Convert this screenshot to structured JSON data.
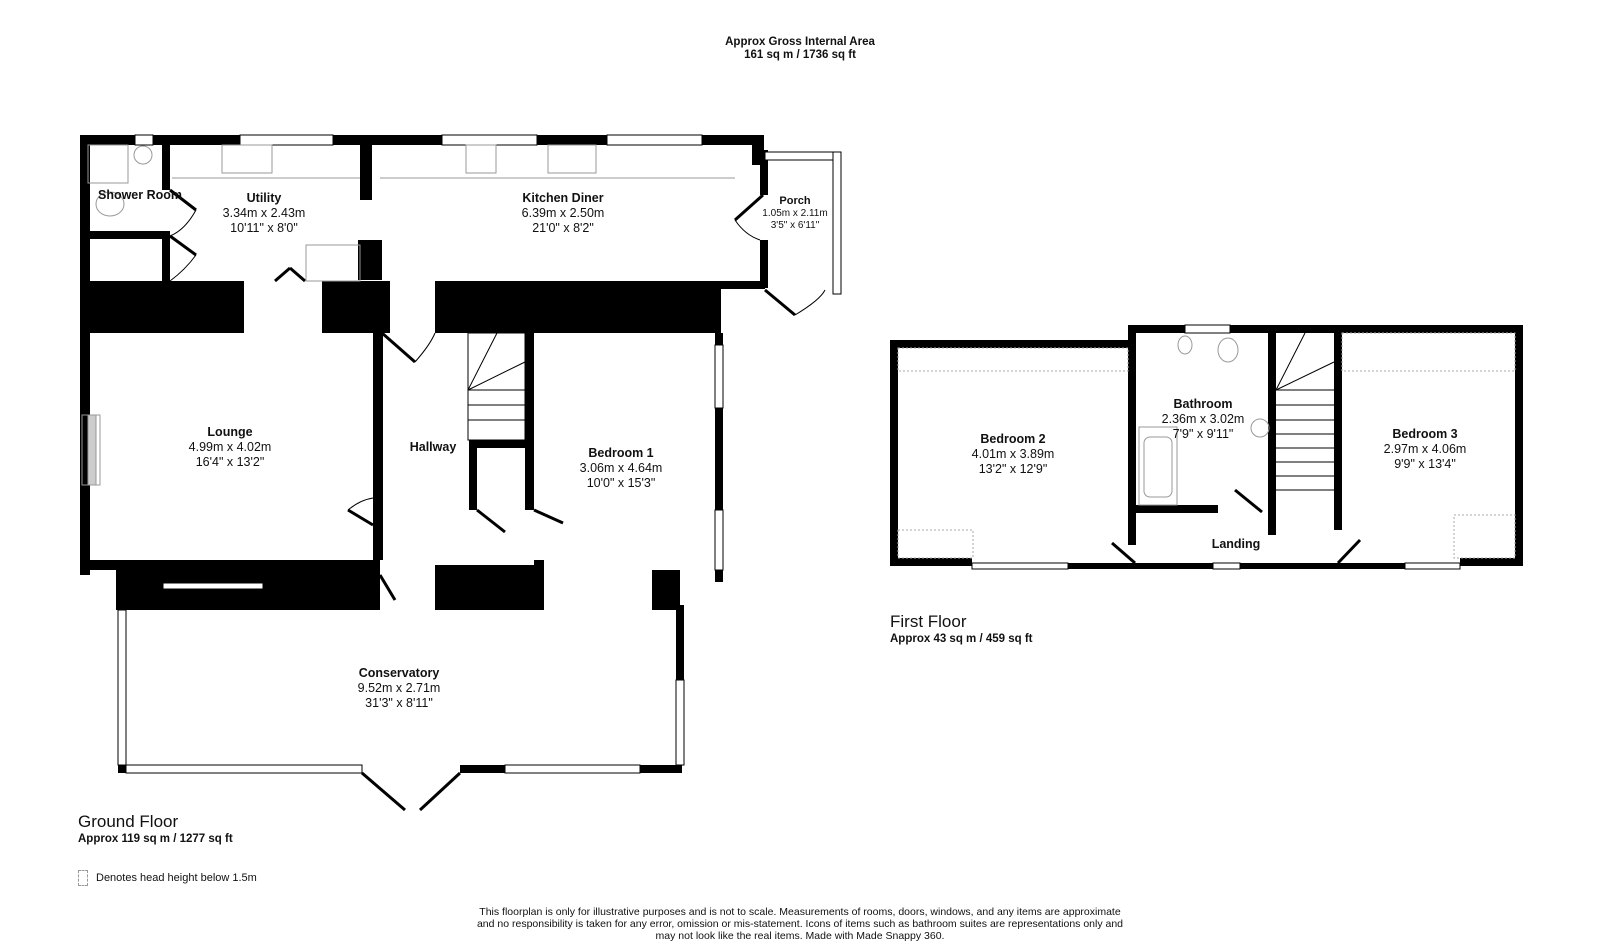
{
  "header": {
    "title": "Approx Gross Internal Area",
    "area": "161 sq m / 1736 sq ft"
  },
  "ground_floor": {
    "title": "Ground Floor",
    "area": "Approx 119 sq m / 1277 sq ft",
    "rooms": [
      {
        "name": "Shower Room",
        "metric": "",
        "imperial": ""
      },
      {
        "name": "Utility",
        "metric": "3.34m x 2.43m",
        "imperial": "10'11\" x 8'0\""
      },
      {
        "name": "Kitchen Diner",
        "metric": "6.39m x 2.50m",
        "imperial": "21'0\" x 8'2\""
      },
      {
        "name": "Porch",
        "metric": "1.05m x 2.11m",
        "imperial": "3'5\" x 6'11\""
      },
      {
        "name": "Lounge",
        "metric": "4.99m x 4.02m",
        "imperial": "16'4\" x 13'2\""
      },
      {
        "name": "Hallway",
        "metric": "",
        "imperial": ""
      },
      {
        "name": "Bedroom 1",
        "metric": "3.06m x 4.64m",
        "imperial": "10'0\" x 15'3\""
      },
      {
        "name": "Conservatory",
        "metric": "9.52m x 2.71m",
        "imperial": "31'3\" x 8'11\""
      }
    ]
  },
  "first_floor": {
    "title": "First Floor",
    "area": "Approx 43 sq m / 459 sq ft",
    "rooms": [
      {
        "name": "Bedroom 2",
        "metric": "4.01m x 3.89m",
        "imperial": "13'2\" x 12'9\""
      },
      {
        "name": "Bathroom",
        "metric": "2.36m x 3.02m",
        "imperial": "7'9\" x 9'11\""
      },
      {
        "name": "Landing",
        "metric": "",
        "imperial": ""
      },
      {
        "name": "Bedroom 3",
        "metric": "2.97m x 4.06m",
        "imperial": "9'9\" x 13'4\""
      }
    ]
  },
  "legend": {
    "text": "Denotes head height below 1.5m"
  },
  "disclaimer": {
    "line1": "This floorplan is only for illustrative purposes and is not to scale. Measurements of rooms, doors, windows, and any items are approximate",
    "line2": "and no responsibility is taken for any error, omission or mis-statement. Icons of items such as bathroom suites are representations only and",
    "line3": "may not look like the real items. Made with Made Snappy 360."
  },
  "colors": {
    "wall": "#000000",
    "fixture": "#aaaaaa",
    "background": "#ffffff"
  }
}
